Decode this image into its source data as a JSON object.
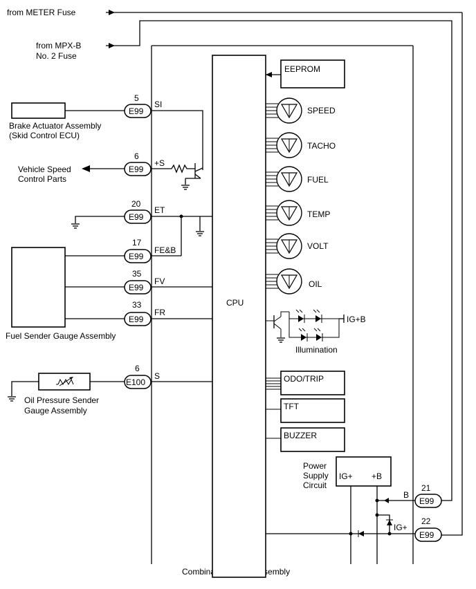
{
  "diagram": {
    "inputs": {
      "meter_fuse": "from METER Fuse",
      "mpx_fuse_line1": "from MPX-B",
      "mpx_fuse_line2": "No. 2 Fuse"
    },
    "external": {
      "brake_line1": "Brake Actuator Assembly",
      "brake_line2": "(Skid Control ECU)",
      "vsc_line1": "Vehicle Speed",
      "vsc_line2": "Control Parts",
      "fuel_sender": "Fuel Sender Gauge Assembly",
      "oil_line1": "Oil Pressure Sender",
      "oil_line2": "Gauge Assembly"
    },
    "connectors": [
      {
        "id": "si",
        "pin": "5",
        "conn": "E99",
        "signal": "SI"
      },
      {
        "id": "s_plus",
        "pin": "6",
        "conn": "E99",
        "signal": "+S"
      },
      {
        "id": "et",
        "pin": "20",
        "conn": "E99",
        "signal": "ET"
      },
      {
        "id": "feb",
        "pin": "17",
        "conn": "E99",
        "signal": "FE&B"
      },
      {
        "id": "fv",
        "pin": "35",
        "conn": "E99",
        "signal": "FV"
      },
      {
        "id": "fr",
        "pin": "33",
        "conn": "E99",
        "signal": "FR"
      },
      {
        "id": "s",
        "pin": "6",
        "conn": "E100",
        "signal": "S"
      },
      {
        "id": "b",
        "pin": "21",
        "conn": "E99",
        "signal": "B"
      },
      {
        "id": "ig",
        "pin": "22",
        "conn": "E99",
        "signal": "IG+"
      }
    ],
    "cpu": "CPU",
    "eeprom": "EEPROM",
    "gauges": [
      "SPEED",
      "TACHO",
      "FUEL",
      "TEMP",
      "VOLT",
      "OIL"
    ],
    "illumination": {
      "supply": "IG+B",
      "label": "Illumination"
    },
    "displays": [
      "ODO/TRIP",
      "TFT",
      "BUZZER"
    ],
    "power": {
      "line1": "Power",
      "line2": "Supply",
      "line3": "Circuit",
      "ig": "IG+",
      "b": "+B"
    },
    "assembly": "Combination Meter Assembly"
  }
}
